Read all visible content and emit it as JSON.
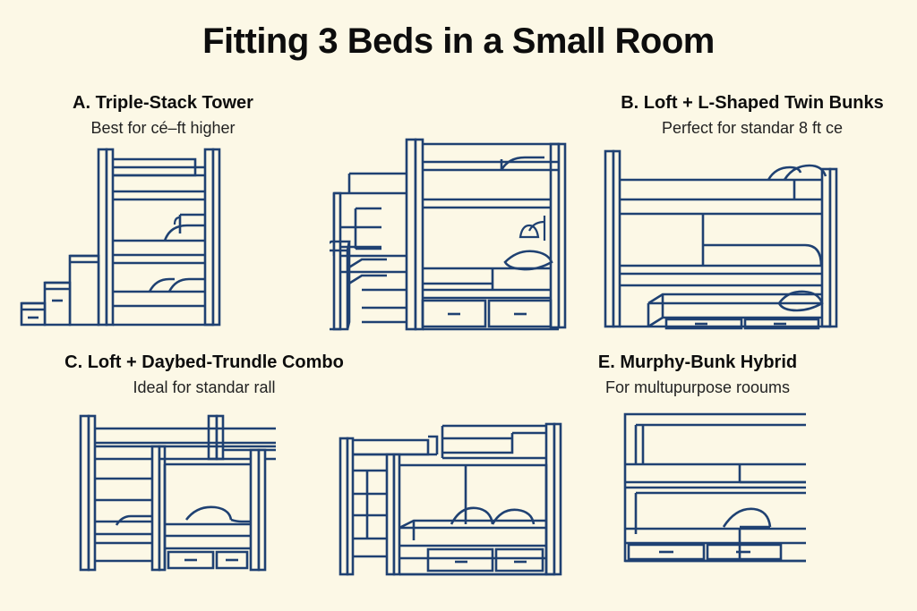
{
  "page": {
    "title": "Fitting 3 Beds in a Small Room",
    "background_color": "#FCF8E6",
    "line_color": "#1F4172",
    "text_color": "#0D0D0D"
  },
  "cards": [
    {
      "id": "A",
      "title": "A. Triple-Stack Tower",
      "subtitle": "Best for cé–ft higher",
      "illustration": "triple-stack-bunk-with-stairs"
    },
    {
      "id": "B",
      "title": "B. Loft + L-Shaped Twin Bunks",
      "subtitle": "Perfect for standar 8 ft ce",
      "illustration": "loft-l-shaped-twin-bunks"
    },
    {
      "id": "C",
      "title": "C. Loft + Daybed-Trundle Combo",
      "subtitle": "Ideal for standar rall",
      "illustration": "loft-daybed-trundle-bunk-with-ladder"
    },
    {
      "id": "E",
      "title": "E. Murphy-Bunk Hybrid",
      "subtitle": "For multupurpose rooums",
      "illustration": "murphy-bunk-hybrid"
    }
  ],
  "extra_illustrations": [
    {
      "id": "center-top",
      "name": "bunk-bed-with-ladder-lamp-and-drawers"
    },
    {
      "id": "center-bottom",
      "name": "loft-bunk-with-ladder-and-storage-drawers"
    }
  ]
}
